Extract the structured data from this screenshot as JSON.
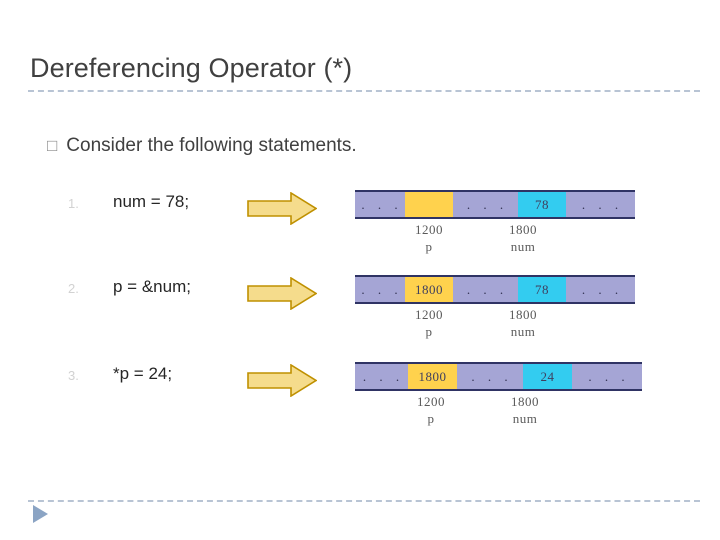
{
  "slide": {
    "title": "Dereferencing Operator (*)",
    "bullet_glyph": "□",
    "bullet_text": "Consider the following statements.",
    "arrow_icon": "right-block-arrow-icon",
    "footer_triangle_icon": "play-triangle-icon"
  },
  "colors": {
    "title_text": "#404040",
    "rule": "#b8c4d4",
    "memory_background": "#a5a5d5",
    "pointer_cell": "#ffd24d",
    "value_cell": "#33ccf0",
    "bar_border": "#2f3364",
    "arrow_fill": "#f5dc8c",
    "arrow_stroke": "#bf9000",
    "footer_triangle": "#8ba4c4",
    "index_marker": "#d2d2d2"
  },
  "statements": [
    {
      "index": "1.",
      "code": "num = 78;",
      "memory": {
        "left_dots": ".  .  .",
        "pointer_value": "",
        "middle_dots": ".  .  .",
        "stored_value": "78",
        "right_dots": ".  .  .",
        "pointer_address": "1200",
        "pointer_name": "p",
        "value_address": "1800",
        "value_name": "num"
      }
    },
    {
      "index": "2.",
      "code": "p = &num;",
      "memory": {
        "left_dots": ".  .  .",
        "pointer_value": "1800",
        "middle_dots": ".  .  .",
        "stored_value": "78",
        "right_dots": ".  .  .",
        "pointer_address": "1200",
        "pointer_name": "p",
        "value_address": "1800",
        "value_name": "num"
      }
    },
    {
      "index": "3.",
      "code": "*p = 24;",
      "memory": {
        "left_dots": ".  .  .",
        "pointer_value": "1800",
        "middle_dots": ".  .  .",
        "stored_value": "24",
        "right_dots": ".  .  .",
        "pointer_address": "1200",
        "pointer_name": "p",
        "value_address": "1800",
        "value_name": "num"
      }
    }
  ]
}
